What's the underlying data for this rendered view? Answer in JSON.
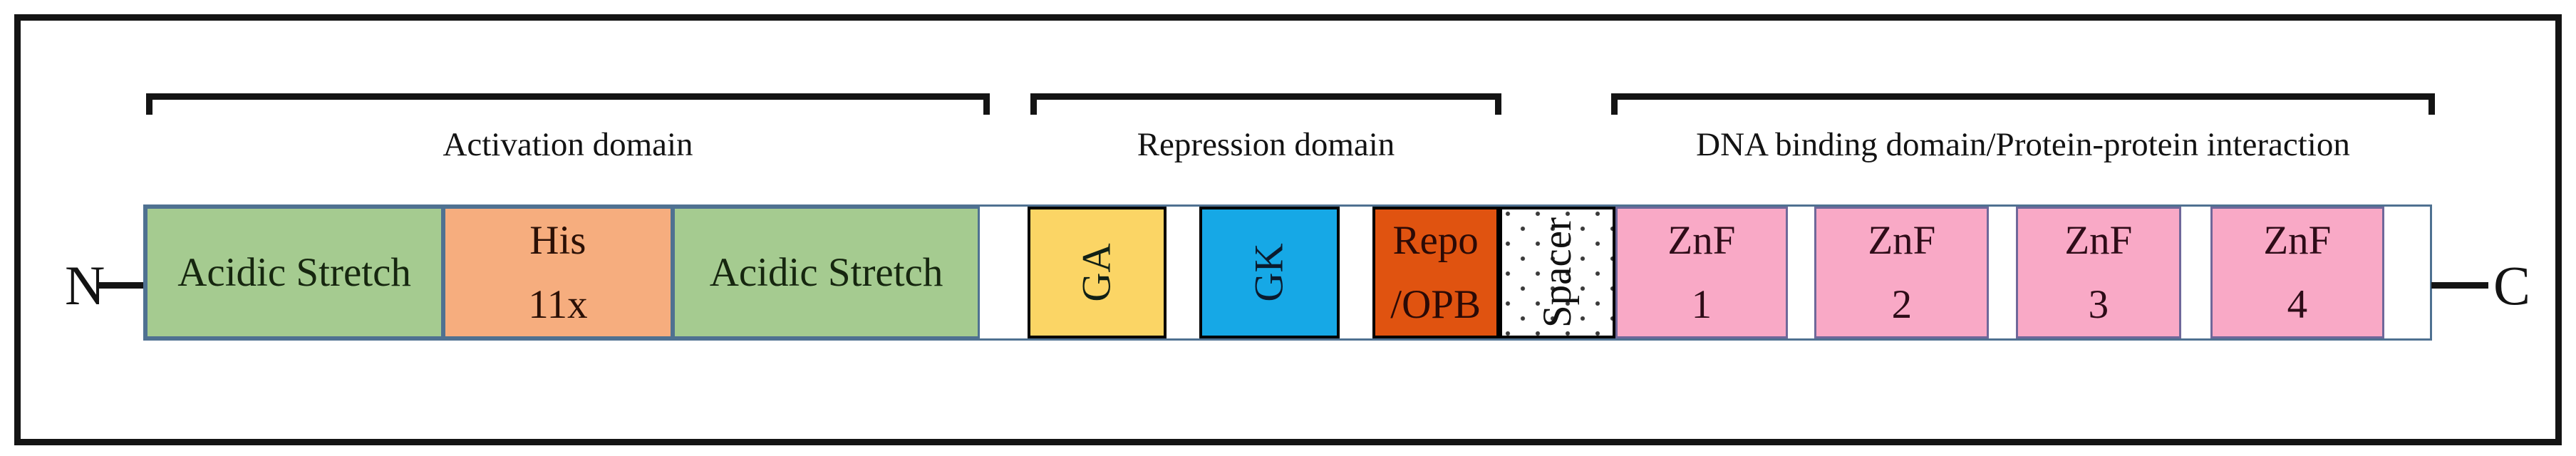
{
  "termini": {
    "n": "N",
    "c": "C"
  },
  "brackets": [
    {
      "label": "Activation domain"
    },
    {
      "label": "Repression domain"
    },
    {
      "label": "DNA binding domain/Protein-protein interaction"
    }
  ],
  "segments": [
    {
      "name": "acidic-stretch-1",
      "label": "Acidic Stretch",
      "fill": "#a5cb90"
    },
    {
      "name": "his-11x",
      "line1": "His",
      "line2": "11x",
      "fill": "#f6ad7e"
    },
    {
      "name": "acidic-stretch-2",
      "label": "Acidic Stretch",
      "fill": "#a5cb90"
    },
    {
      "name": "ga",
      "label": "GA",
      "fill": "#fbd565",
      "rotated": true
    },
    {
      "name": "gk",
      "label": "GK",
      "fill": "#16a8e6",
      "rotated": true
    },
    {
      "name": "repo-opb",
      "line1": "Repo",
      "line2": "/OPB",
      "fill": "#e05310"
    },
    {
      "name": "spacer",
      "label": "Spacer",
      "fill": "#ffffff",
      "rotated": true,
      "pattern": "dotted"
    },
    {
      "name": "znf-1",
      "line1": "ZnF",
      "line2": "1",
      "fill": "#f9a9c6"
    },
    {
      "name": "znf-2",
      "line1": "ZnF",
      "line2": "2",
      "fill": "#f9a9c6"
    },
    {
      "name": "znf-3",
      "line1": "ZnF",
      "line2": "3",
      "fill": "#f9a9c6"
    },
    {
      "name": "znf-4",
      "line1": "ZnF",
      "line2": "4",
      "fill": "#f9a9c6"
    }
  ],
  "colors": {
    "bar_border": "#4f7191",
    "znf_border": "#6f689a",
    "dark_border": "#000000",
    "frame_border": "#141414",
    "terminus_line": "#141414"
  }
}
